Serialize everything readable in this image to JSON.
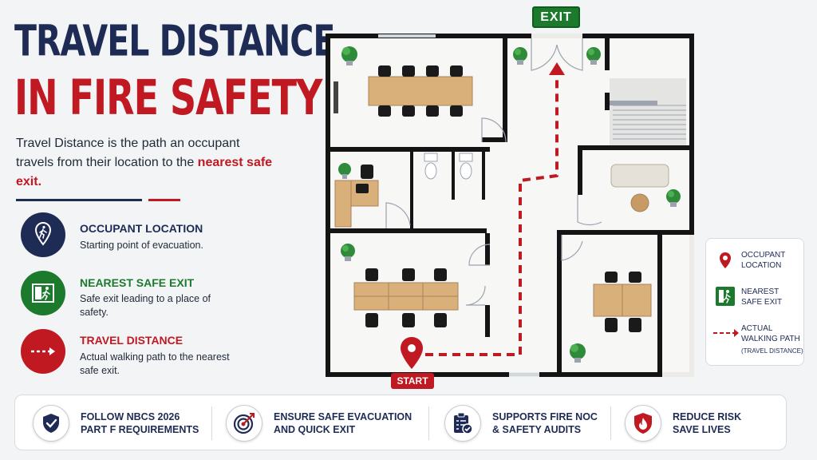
{
  "title": {
    "line1": "TRAVEL DISTANCE",
    "line2": "IN FIRE SAFETY"
  },
  "intro": {
    "text": "Travel Distance is the path an occupant travels from their location to the",
    "highlight": "nearest safe exit."
  },
  "features": [
    {
      "icon": "walking-person-icon",
      "title": "OCCUPANT LOCATION",
      "desc": "Starting point of evacuation.",
      "color": "#1e2b55"
    },
    {
      "icon": "exit-door-icon",
      "title": "NEAREST SAFE EXIT",
      "desc": "Safe exit leading to a place of safety.",
      "color": "#1b7a2c"
    },
    {
      "icon": "dashed-arrow-icon",
      "title": "TRAVEL DISTANCE",
      "desc": "Actual walking path to the nearest safe exit.",
      "color": "#c01922"
    }
  ],
  "plan": {
    "exit_label": "EXIT",
    "start_label": "START"
  },
  "legend": {
    "occupant": "OCCUPANT\nLOCATION",
    "exit": "NEAREST\nSAFE EXIT",
    "path": "ACTUAL\nWALKING PATH",
    "path_note": "(TRAVEL DISTANCE)"
  },
  "bottom": [
    {
      "icon": "shield-check-icon",
      "text": "FOLLOW NBCS 2026\nPART F REQUIREMENTS"
    },
    {
      "icon": "target-icon",
      "text": "ENSURE SAFE EVACUATION\nAND QUICK EXIT"
    },
    {
      "icon": "clipboard-check-icon",
      "text": "SUPPORTS FIRE NOC\n& SAFETY AUDITS"
    },
    {
      "icon": "fire-shield-icon",
      "text": "REDUCE RISK\nSAVE LIVES"
    }
  ],
  "colors": {
    "navy": "#1e2b55",
    "red": "#c01922",
    "green": "#1b7a2c"
  }
}
